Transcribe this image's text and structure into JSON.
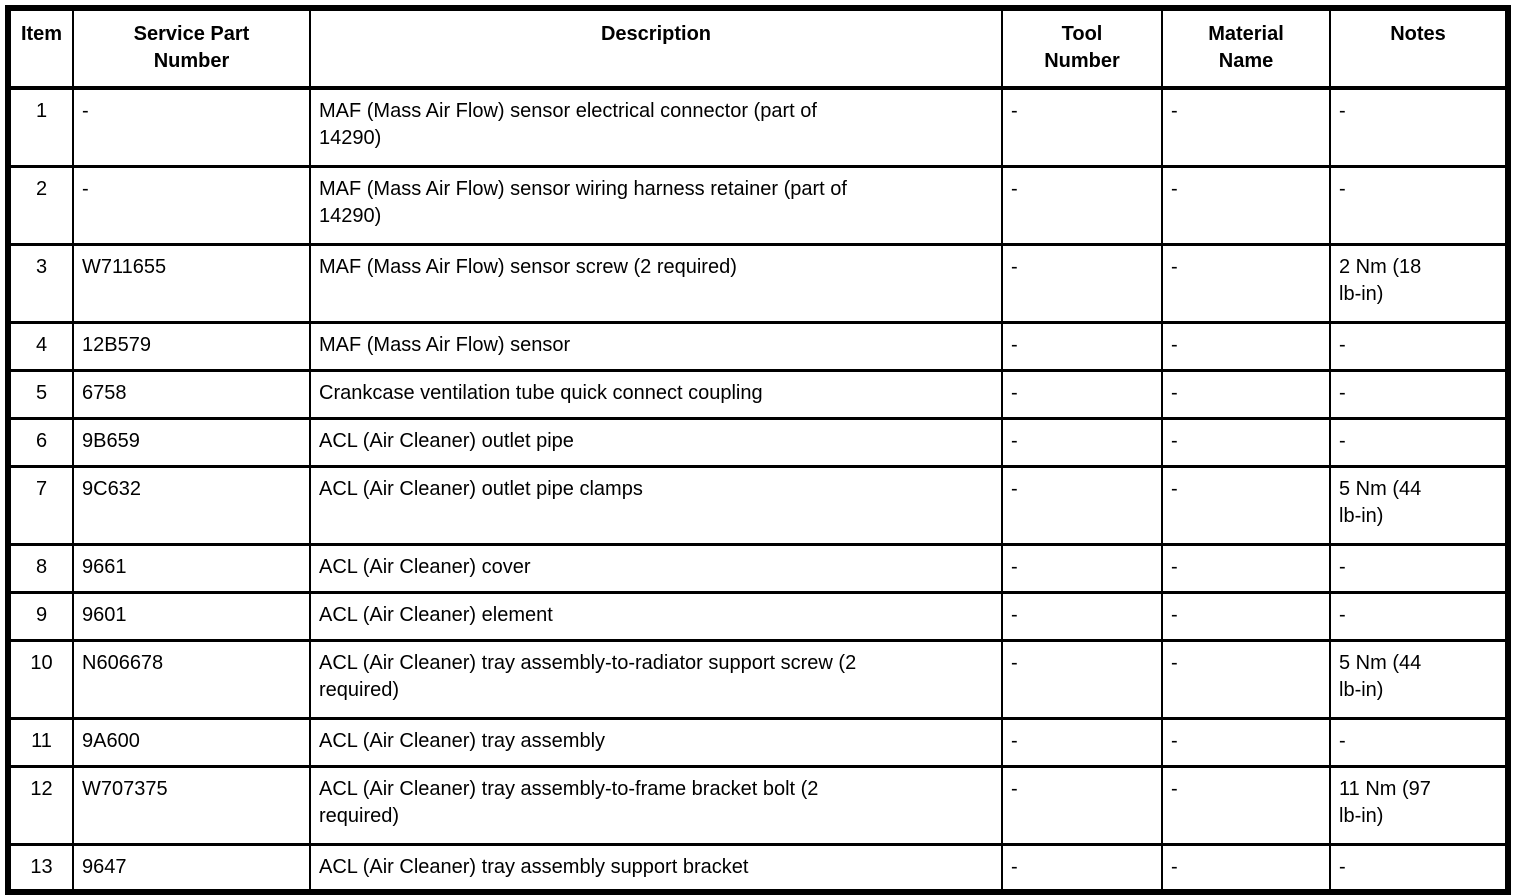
{
  "table": {
    "headers": [
      "Item",
      "Service Part\nNumber",
      "Description",
      "Tool\nNumber",
      "Material\nName",
      "Notes"
    ],
    "rows": [
      {
        "item": "1",
        "service_part_number": "-",
        "description": "MAF (Mass Air Flow) sensor electrical connector (part of\n14290)",
        "tool_number": "-",
        "material_name": "-",
        "notes": "-"
      },
      {
        "item": "2",
        "service_part_number": "-",
        "description": "MAF (Mass Air Flow) sensor wiring harness retainer (part of\n14290)",
        "tool_number": "-",
        "material_name": "-",
        "notes": "-"
      },
      {
        "item": "3",
        "service_part_number": "W711655",
        "description": "MAF (Mass Air Flow) sensor screw (2 required)",
        "tool_number": "-",
        "material_name": "-",
        "notes": "2 Nm (18\nlb-in)"
      },
      {
        "item": "4",
        "service_part_number": "12B579",
        "description": "MAF (Mass Air Flow) sensor",
        "tool_number": "-",
        "material_name": "-",
        "notes": "-"
      },
      {
        "item": "5",
        "service_part_number": "6758",
        "description": "Crankcase ventilation tube quick connect coupling",
        "tool_number": "-",
        "material_name": "-",
        "notes": "-"
      },
      {
        "item": "6",
        "service_part_number": "9B659",
        "description": "ACL (Air Cleaner) outlet pipe",
        "tool_number": "-",
        "material_name": "-",
        "notes": "-"
      },
      {
        "item": "7",
        "service_part_number": "9C632",
        "description": "ACL (Air Cleaner) outlet pipe clamps",
        "tool_number": "-",
        "material_name": "-",
        "notes": "5 Nm (44\nlb-in)"
      },
      {
        "item": "8",
        "service_part_number": "9661",
        "description": "ACL (Air Cleaner) cover",
        "tool_number": "-",
        "material_name": "-",
        "notes": "-"
      },
      {
        "item": "9",
        "service_part_number": "9601",
        "description": "ACL (Air Cleaner) element",
        "tool_number": "-",
        "material_name": "-",
        "notes": "-"
      },
      {
        "item": "10",
        "service_part_number": "N606678",
        "description": "ACL (Air Cleaner) tray assembly-to-radiator support screw (2\nrequired)",
        "tool_number": "-",
        "material_name": "-",
        "notes": "5 Nm (44\nlb-in)"
      },
      {
        "item": "11",
        "service_part_number": "9A600",
        "description": "ACL (Air Cleaner) tray assembly",
        "tool_number": "-",
        "material_name": "-",
        "notes": "-"
      },
      {
        "item": "12",
        "service_part_number": "W707375",
        "description": "ACL (Air Cleaner) tray assembly-to-frame bracket bolt (2\nrequired)",
        "tool_number": "-",
        "material_name": "-",
        "notes": "11 Nm (97\nlb-in)"
      },
      {
        "item": "13",
        "service_part_number": "9647",
        "description": "ACL (Air Cleaner) tray assembly support bracket",
        "tool_number": "-",
        "material_name": "-",
        "notes": "-"
      }
    ]
  }
}
